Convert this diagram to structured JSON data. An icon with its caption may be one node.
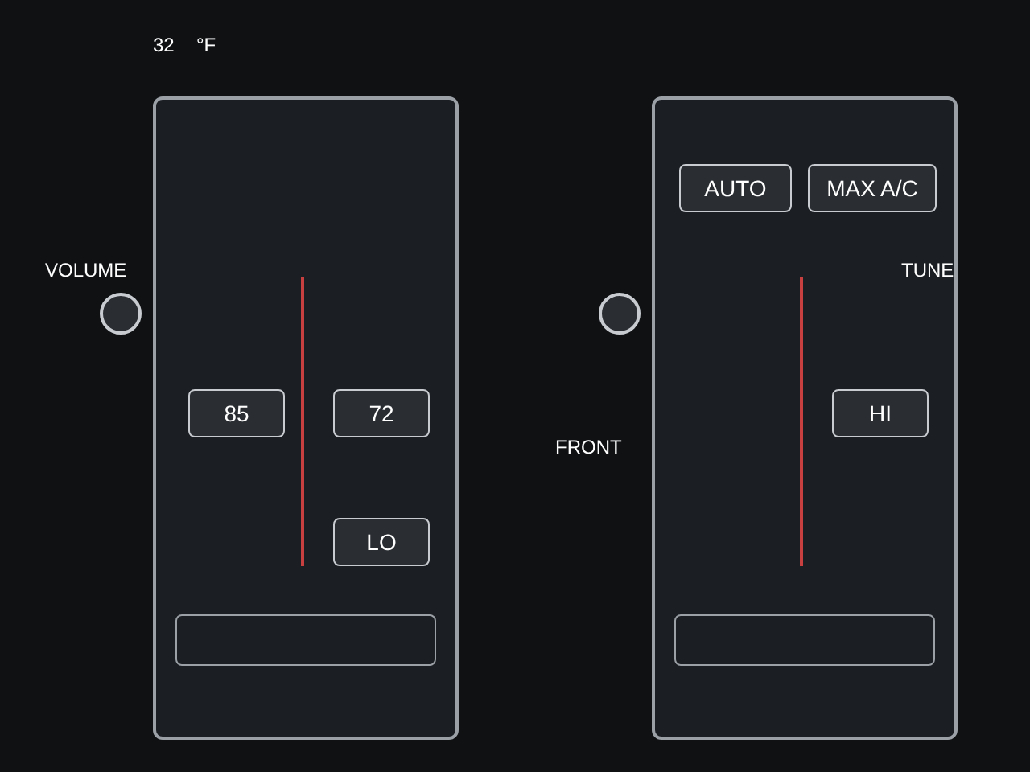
{
  "diagram": {
    "nodes": [
      {
        "text": [],
        "shape": "box"
      },
      {
        "text": [
          "85"
        ],
        "in": 0
      },
      {
        "text": [
          "72"
        ],
        "in": 0
      },
      {
        "text": [
          "LO"
        ],
        "in": 0
      },
      {
        "text": [],
        "shape": "box"
      },
      {
        "text": [
          "AUTO"
        ],
        "in": 4
      },
      {
        "text": [
          "MAX A/C"
        ],
        "in": 4
      },
      {
        "text": [
          "HI"
        ],
        "in": 4
      }
    ],
    "labels": [
      "32",
      "°F",
      "VOLUME",
      "FRONT",
      "TUNE"
    ]
  }
}
